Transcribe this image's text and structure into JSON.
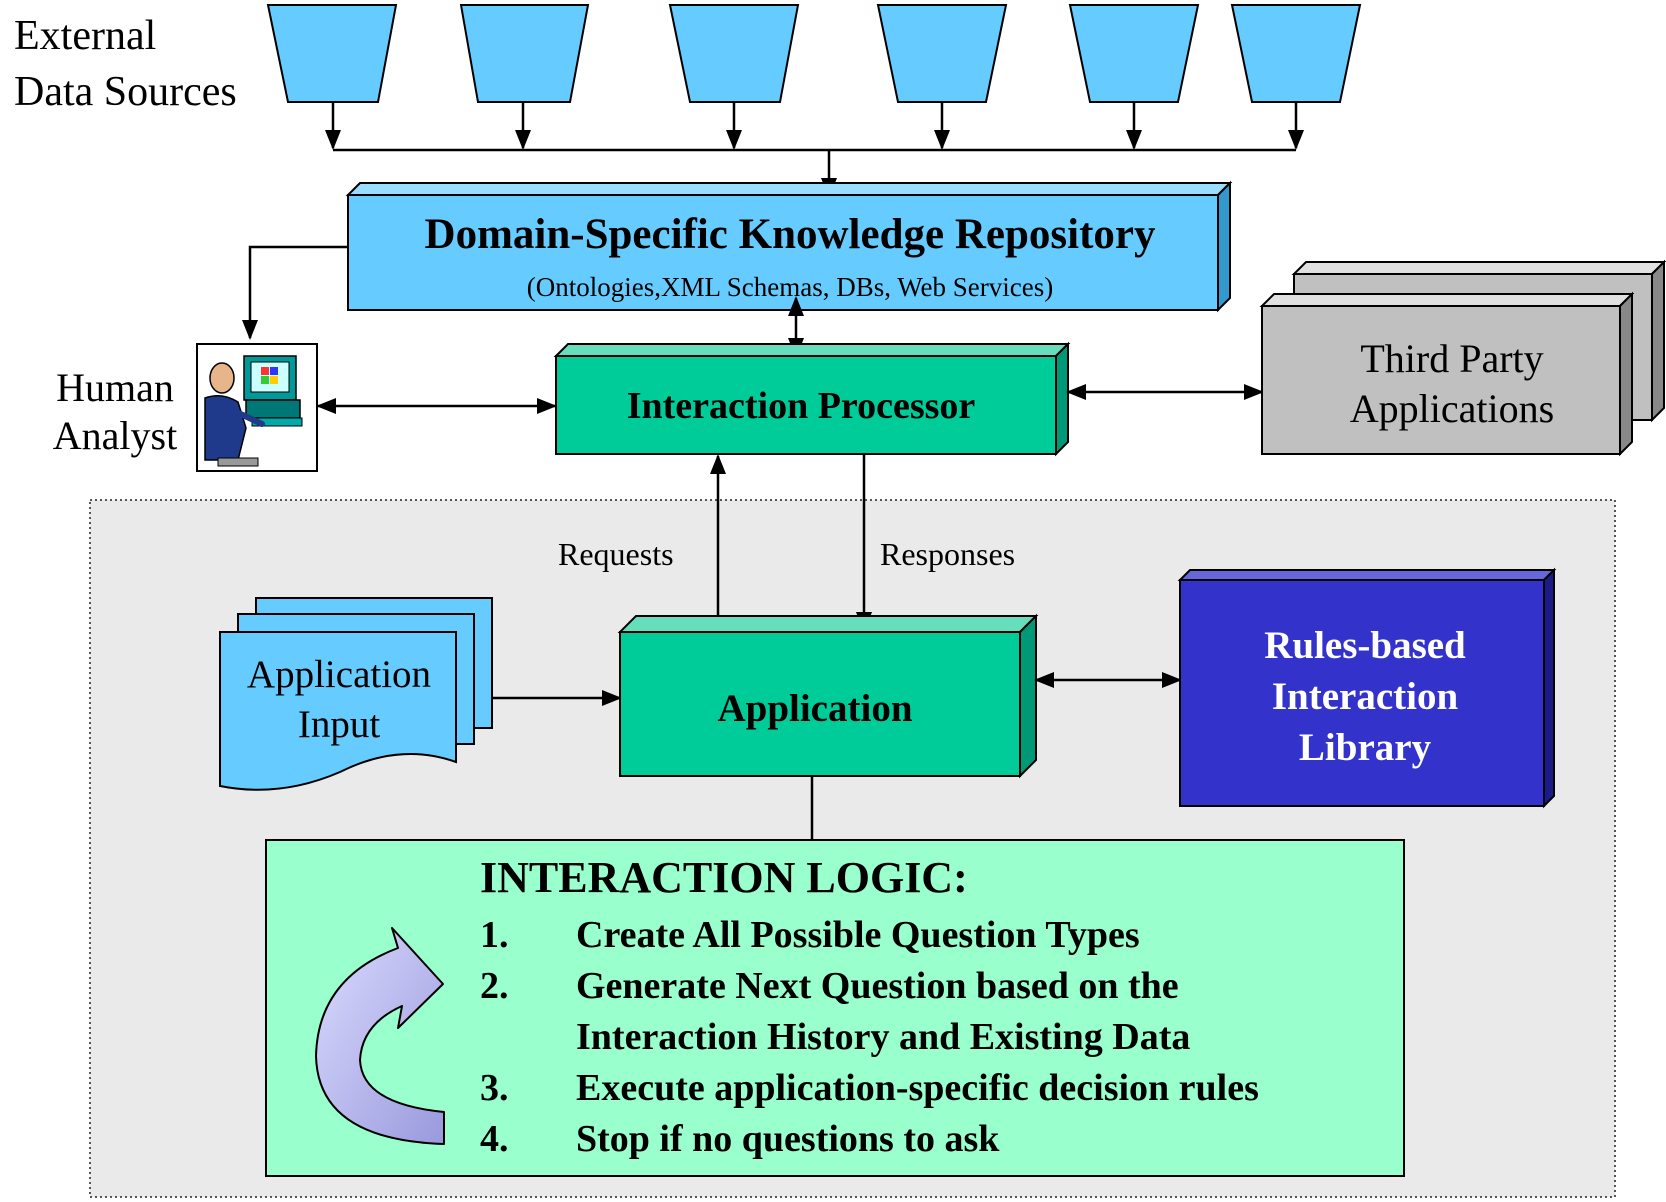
{
  "external_sources": {
    "label_line1": "External",
    "label_line2": "Data Sources",
    "count": 6
  },
  "repository": {
    "title": "Domain-Specific Knowledge Repository",
    "subtitle": "(Ontologies,XML Schemas, DBs, Web Services)"
  },
  "human_analyst": {
    "line1": "Human",
    "line2": "Analyst"
  },
  "interaction_processor": {
    "title": "Interaction Processor"
  },
  "third_party": {
    "line1": "Third Party",
    "line2": "Applications"
  },
  "flows": {
    "requests": "Requests",
    "responses": "Responses"
  },
  "application_input": {
    "line1": "Application",
    "line2": "Input"
  },
  "application": {
    "title": "Application"
  },
  "rules_library": {
    "line1": "Rules-based",
    "line2": "Interaction",
    "line3": "Library"
  },
  "interaction_logic": {
    "title": "INTERACTION LOGIC:",
    "steps": [
      {
        "num": "1.",
        "text": "Create All Possible Question Types"
      },
      {
        "num": "2.",
        "text": "Generate Next Question based on the",
        "cont": "Interaction History and Existing Data"
      },
      {
        "num": "3.",
        "text": "Execute application-specific decision rules"
      },
      {
        "num": "4.",
        "text": "Stop if no questions to ask"
      }
    ]
  },
  "colors": {
    "sky_blue": "#66ccff",
    "teal_green": "#00cc99",
    "gray": "#c0c0c0",
    "indigo": "#3333cc",
    "mint": "#99ffcc",
    "panel": "#eaeaea",
    "arrow_lavender": "#ccccff"
  }
}
